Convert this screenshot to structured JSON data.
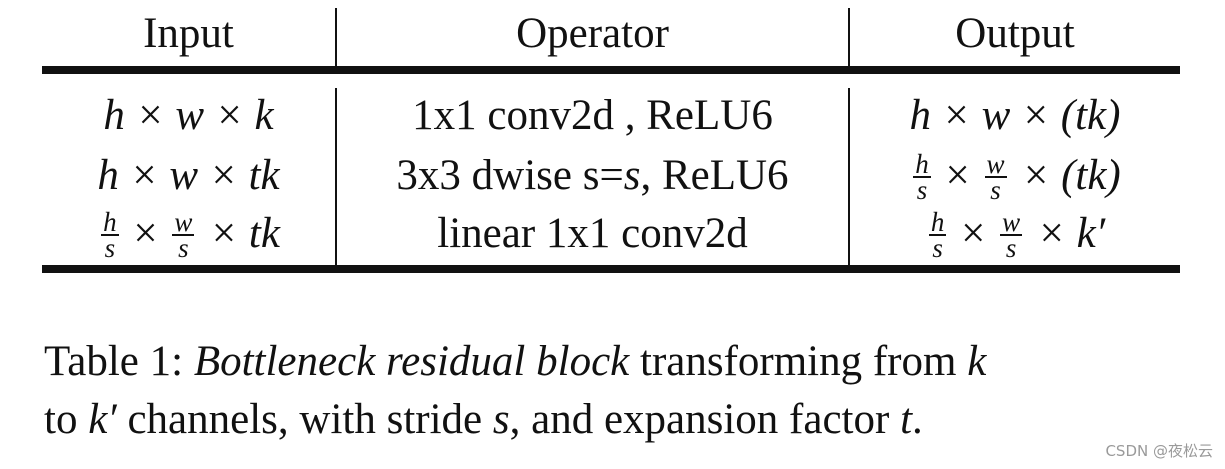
{
  "table": {
    "headers": [
      "Input",
      "Operator",
      "Output"
    ],
    "rows": [
      {
        "input": "h × w × k",
        "operator": "1x1 conv2d , ReLU6",
        "output": "h × w × (tk)"
      },
      {
        "input": "h × w × tk",
        "operator_prefix": "3x3 dwise s=",
        "operator_var": "s",
        "operator_suffix": ", ReLU6",
        "output_frac1_num": "h",
        "output_frac1_den": "s",
        "output_frac2_num": "w",
        "output_frac2_den": "s",
        "output_tail": "× (tk)"
      },
      {
        "input_frac1_num": "h",
        "input_frac1_den": "s",
        "input_frac2_num": "w",
        "input_frac2_den": "s",
        "input_tail": "× tk",
        "operator": "linear 1x1 conv2d",
        "output_frac1_num": "h",
        "output_frac1_den": "s",
        "output_frac2_num": "w",
        "output_frac2_den": "s",
        "output_tail": "× k′"
      }
    ],
    "times": "×"
  },
  "caption": {
    "label": "Table 1: ",
    "emph": "Bottleneck residual block",
    "line1_rest": " transforming from ",
    "var_k": "k",
    "line2_to": "to ",
    "var_kprime": "k′",
    "line2_mid": " channels, with stride ",
    "var_s": "s",
    "line2_mid2": ", and expansion factor ",
    "var_t": "t",
    "line2_end": "."
  },
  "watermark": "CSDN @夜松云"
}
